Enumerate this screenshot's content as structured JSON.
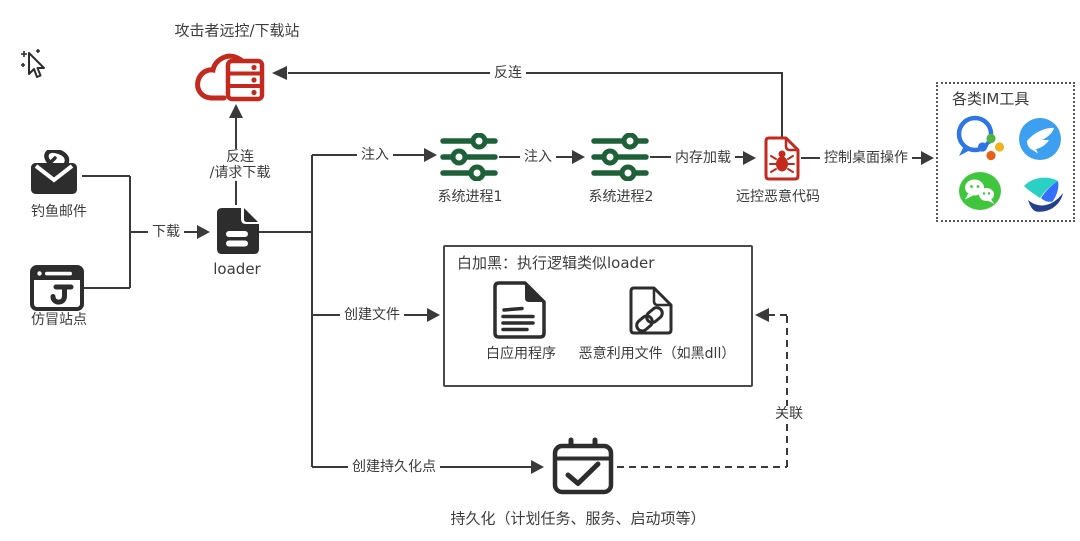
{
  "diagram": {
    "kind": "malware-attack-flow",
    "colors": {
      "line": "#3a3a3a",
      "icon_dark": "#2d2d2d",
      "red": "#c3291c",
      "green": "#1e6038",
      "wecom_blue": "#2e75e6",
      "dingtalk_blue": "#3d9ff0",
      "wechat_green": "#3fc63c",
      "feishu_teal": "#2ad0c4",
      "feishu_navy": "#24418e",
      "feishu_blue": "#3370ff"
    },
    "nodes": {
      "attacker_site": {
        "label": "攻击者远控/下载站",
        "icon": "cloud-server-icon"
      },
      "phishing_email": {
        "label": "钓鱼邮件",
        "icon": "envelope-hook-icon"
      },
      "fake_site": {
        "label": "仿冒站点",
        "icon": "browser-hook-icon"
      },
      "loader": {
        "label": "loader",
        "icon": "document-fill-icon"
      },
      "system_process_1": {
        "label": "系统进程1",
        "icon": "process-sliders-icon"
      },
      "system_process_2": {
        "label": "系统进程2",
        "icon": "process-sliders-icon"
      },
      "rat_code": {
        "label": "远控恶意代码",
        "icon": "bug-file-icon"
      },
      "im_tools": {
        "label": "各类IM工具",
        "icons": [
          "wecom-icon",
          "dingtalk-icon",
          "wechat-icon",
          "feishu-icon"
        ]
      },
      "white_plus_black": {
        "title": "白加黑：执行逻辑类似loader",
        "items": [
          {
            "label": "白应用程序",
            "icon": "text-document-icon"
          },
          {
            "label": "恶意利用文件（如黑dll）",
            "icon": "link-file-icon"
          }
        ]
      },
      "persistence": {
        "label": "持久化（计划任务、服务、启动项等）",
        "icon": "calendar-check-icon"
      }
    },
    "edges": {
      "download": {
        "label": "下载"
      },
      "reverse_request": {
        "label_line1": "反连",
        "label_line2": "/请求下载"
      },
      "reverse_connect": {
        "label": "反连"
      },
      "inject_1": {
        "label": "注入"
      },
      "inject_2": {
        "label": "注入"
      },
      "memory_load": {
        "label": "内存加载"
      },
      "control_desktop": {
        "label": "控制桌面操作"
      },
      "create_file": {
        "label": "创建文件"
      },
      "create_persistence": {
        "label": "创建持久化点"
      },
      "associate": {
        "label": "关联"
      }
    }
  }
}
